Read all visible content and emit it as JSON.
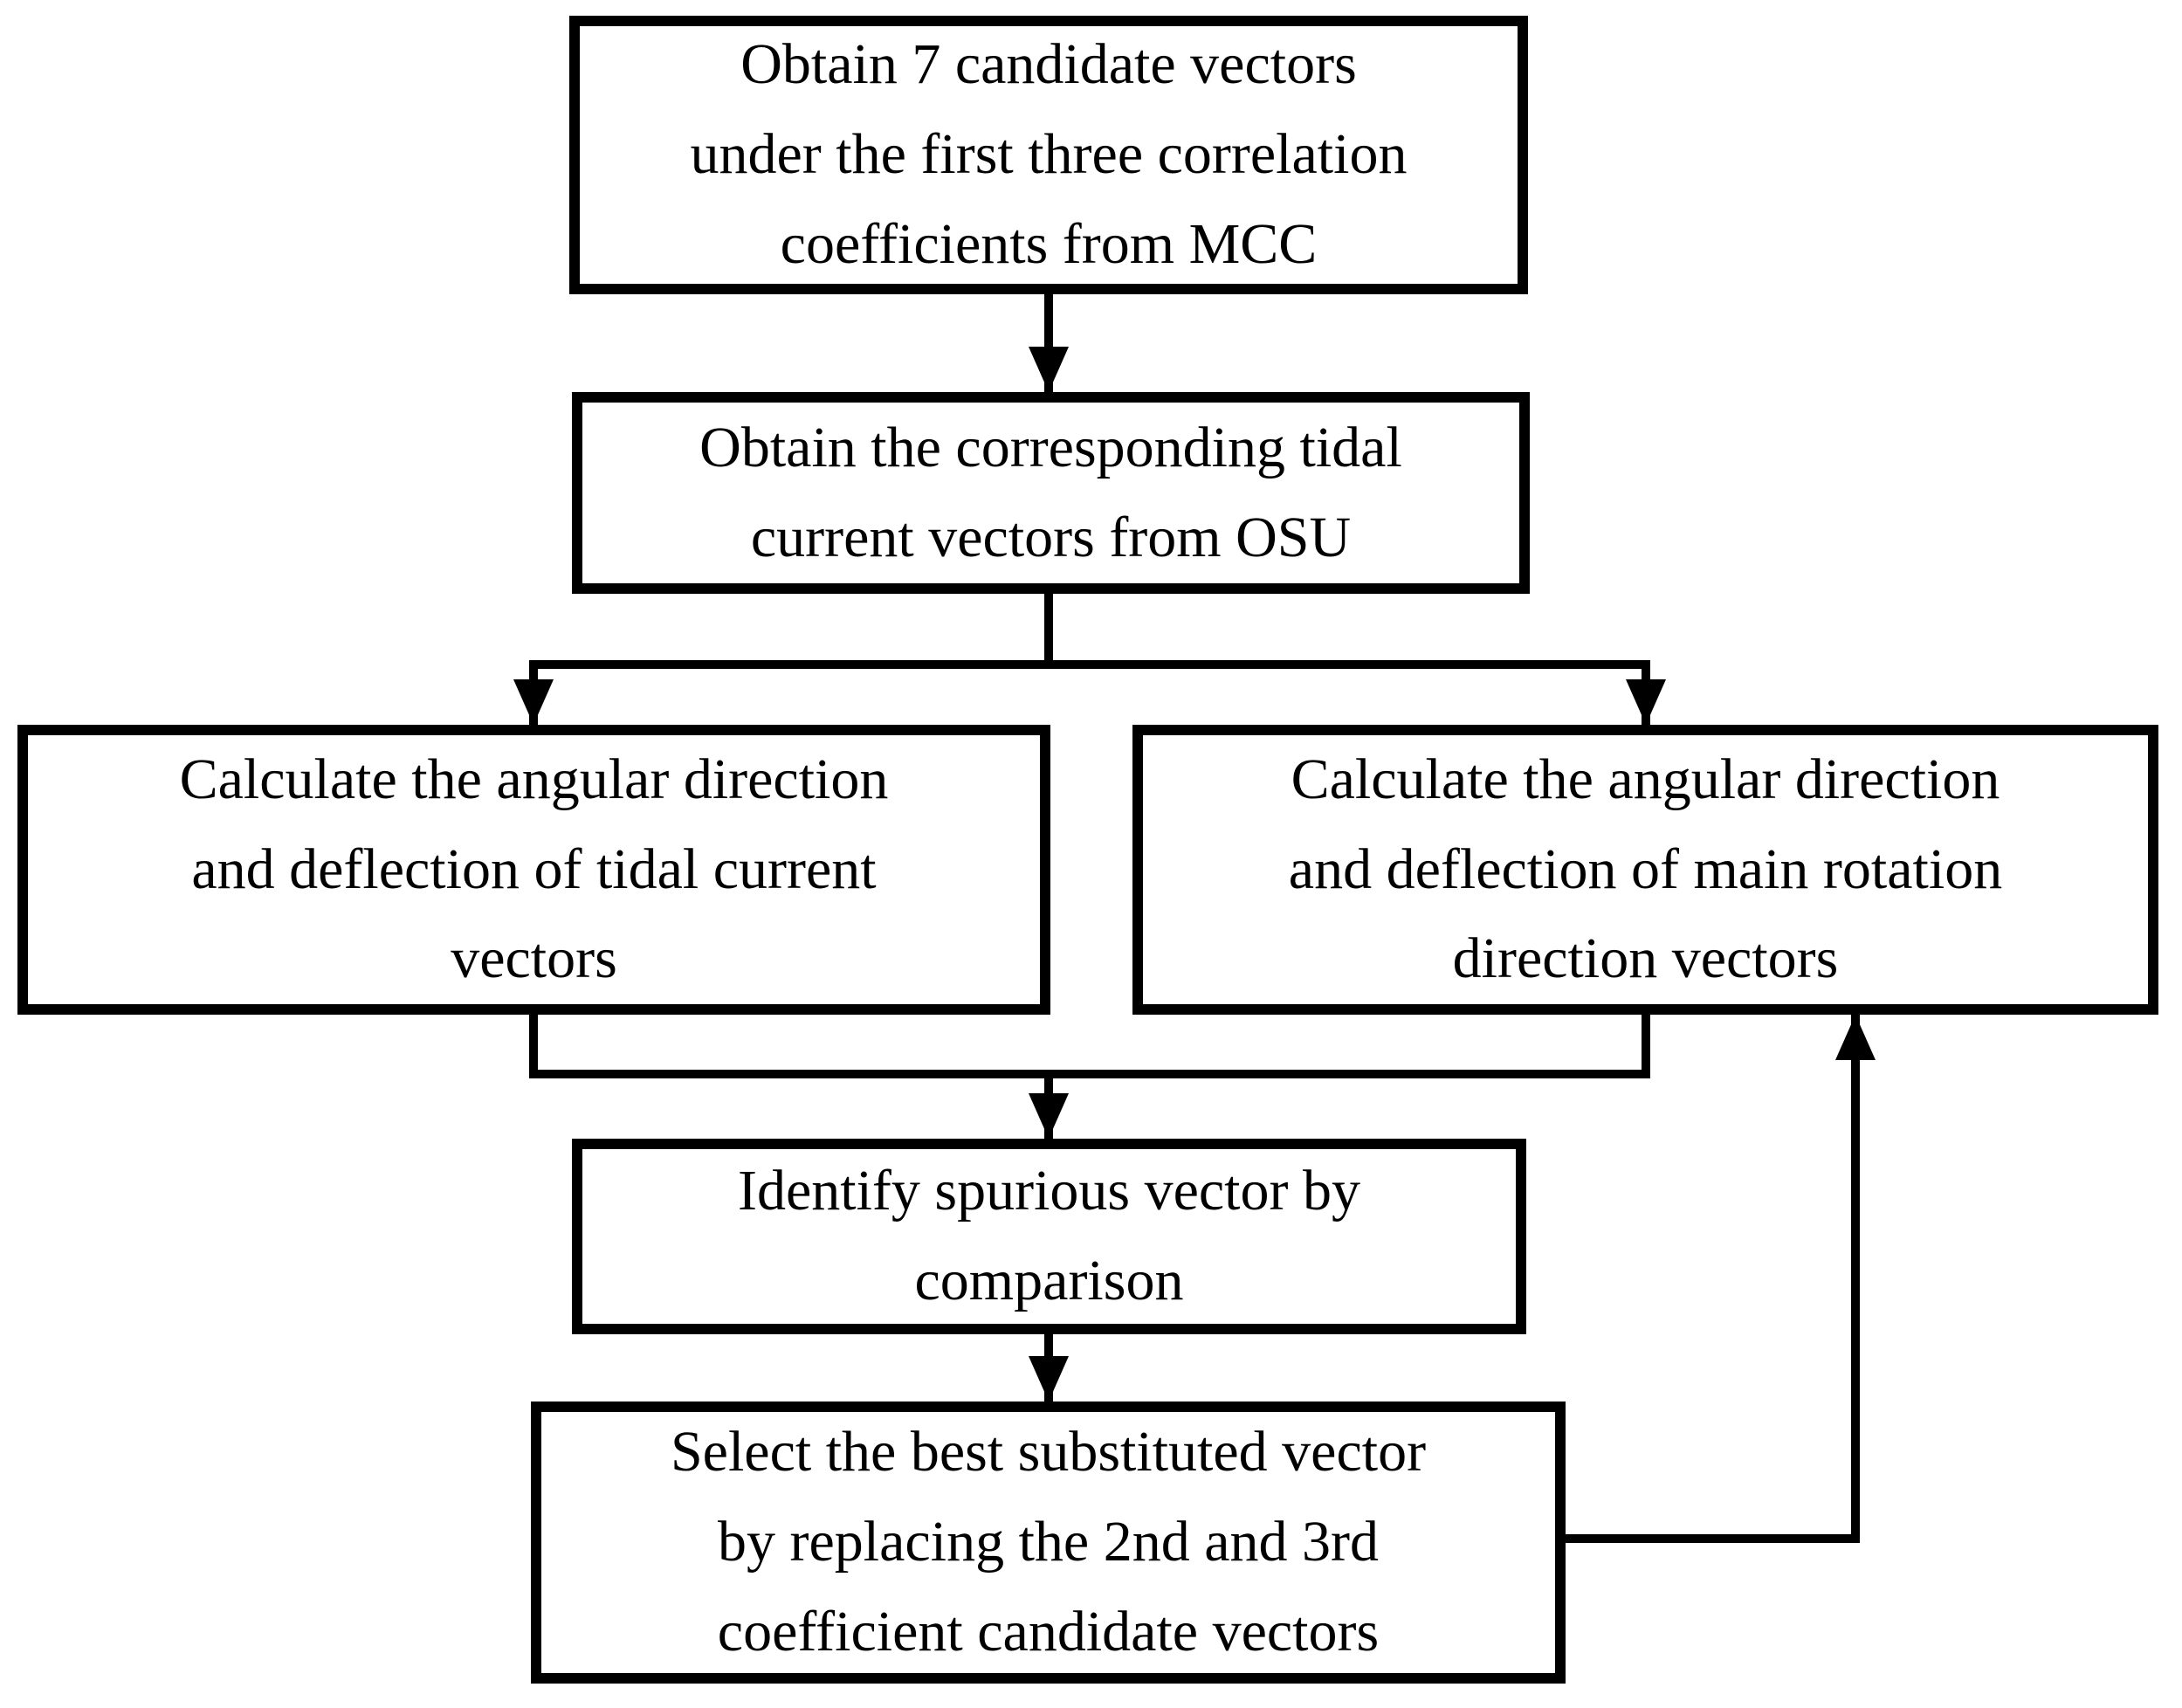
{
  "figure": {
    "type": "flowchart",
    "colors": {
      "line": "#000000",
      "background": "#ffffff"
    },
    "nodes": [
      {
        "id": "obtain-candidates",
        "text": "Obtain 7 candidate vectors\nunder the first three correlation\ncoefficients from MCC"
      },
      {
        "id": "obtain-tidal-vectors",
        "text": "Obtain the corresponding tidal\ncurrent vectors from OSU"
      },
      {
        "id": "calc-tidal-direction",
        "text": "Calculate the angular direction\nand deflection of tidal current\nvectors"
      },
      {
        "id": "calc-rotation-direction",
        "text": "Calculate the angular direction\nand deflection of main rotation\ndirection vectors"
      },
      {
        "id": "identify-spurious",
        "text": "Identify spurious vector by\ncomparison"
      },
      {
        "id": "select-substitute",
        "text": "Select the best substituted vector\nby replacing the 2nd and 3rd\ncoefficient candidate vectors"
      }
    ]
  }
}
